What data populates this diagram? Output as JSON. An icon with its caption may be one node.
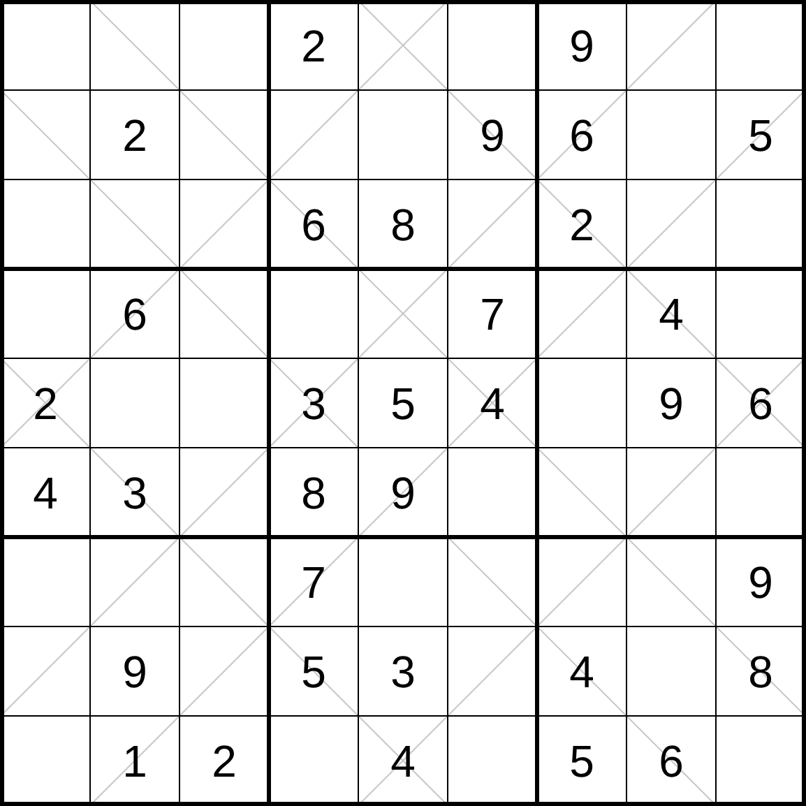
{
  "diagram": {
    "labels": [
      "2",
      "9",
      "2",
      "9",
      "6",
      "5",
      "6",
      "8",
      "2",
      "6",
      "7",
      "4",
      "2",
      "3",
      "5",
      "4",
      "9",
      "6",
      "4",
      "3",
      "8",
      "9",
      "7",
      "9",
      "9",
      "5",
      "3",
      "4",
      "8",
      "1",
      "2",
      "4",
      "5",
      "6"
    ]
  }
}
